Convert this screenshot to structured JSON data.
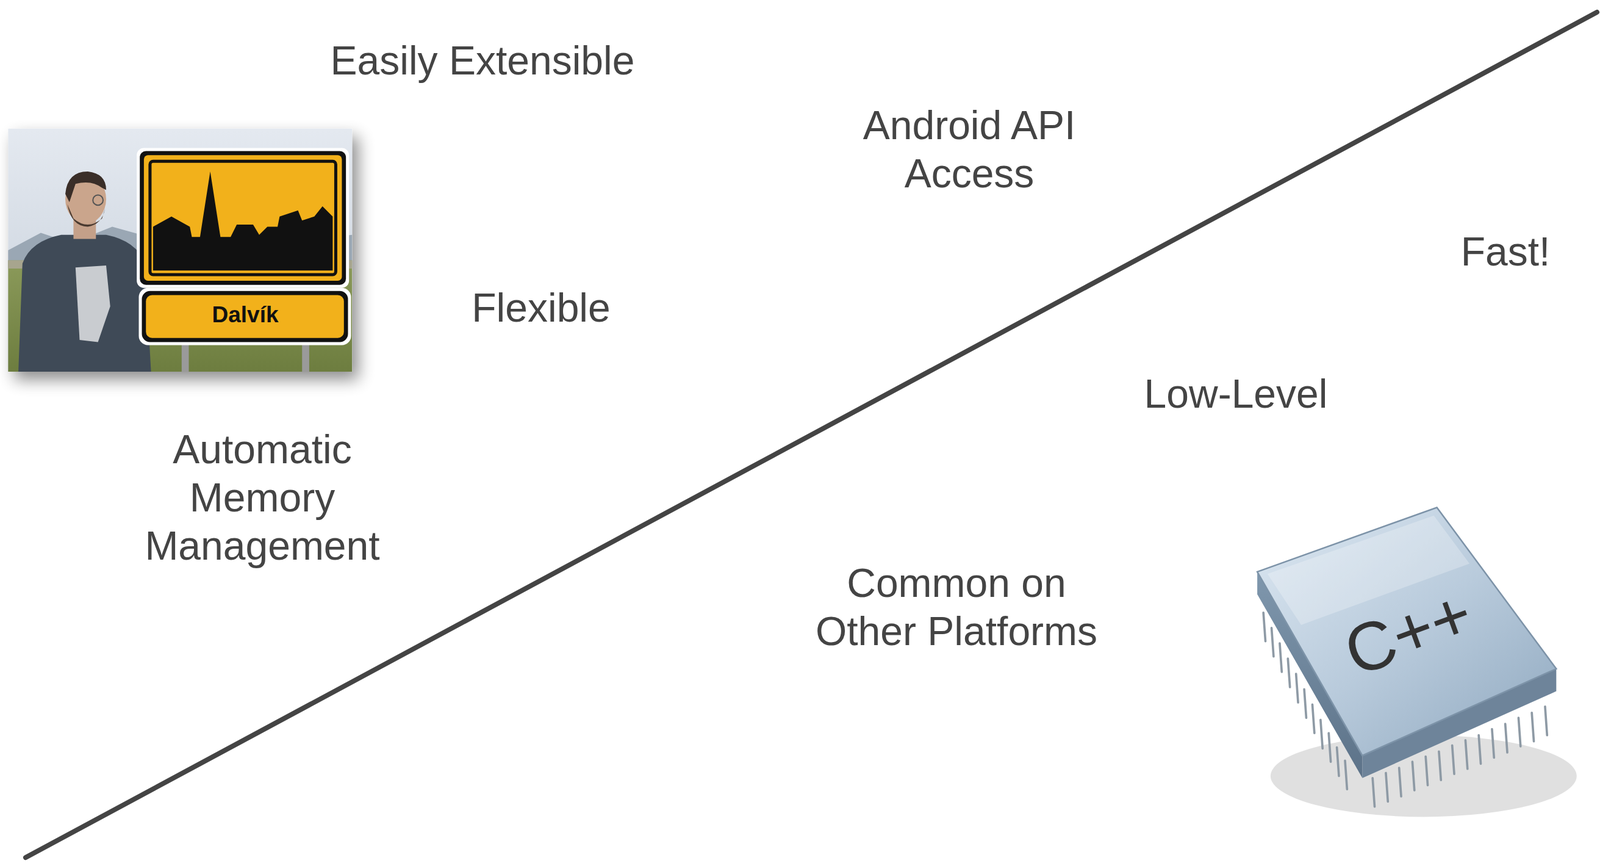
{
  "diagram": {
    "labels": [
      "Easily Extensible",
      "Android API Access",
      "Flexible",
      "Automatic Memory Management",
      "Dalvík",
      "Fast!",
      "Low-Level",
      "Common on Other Platforms",
      "C++"
    ]
  }
}
